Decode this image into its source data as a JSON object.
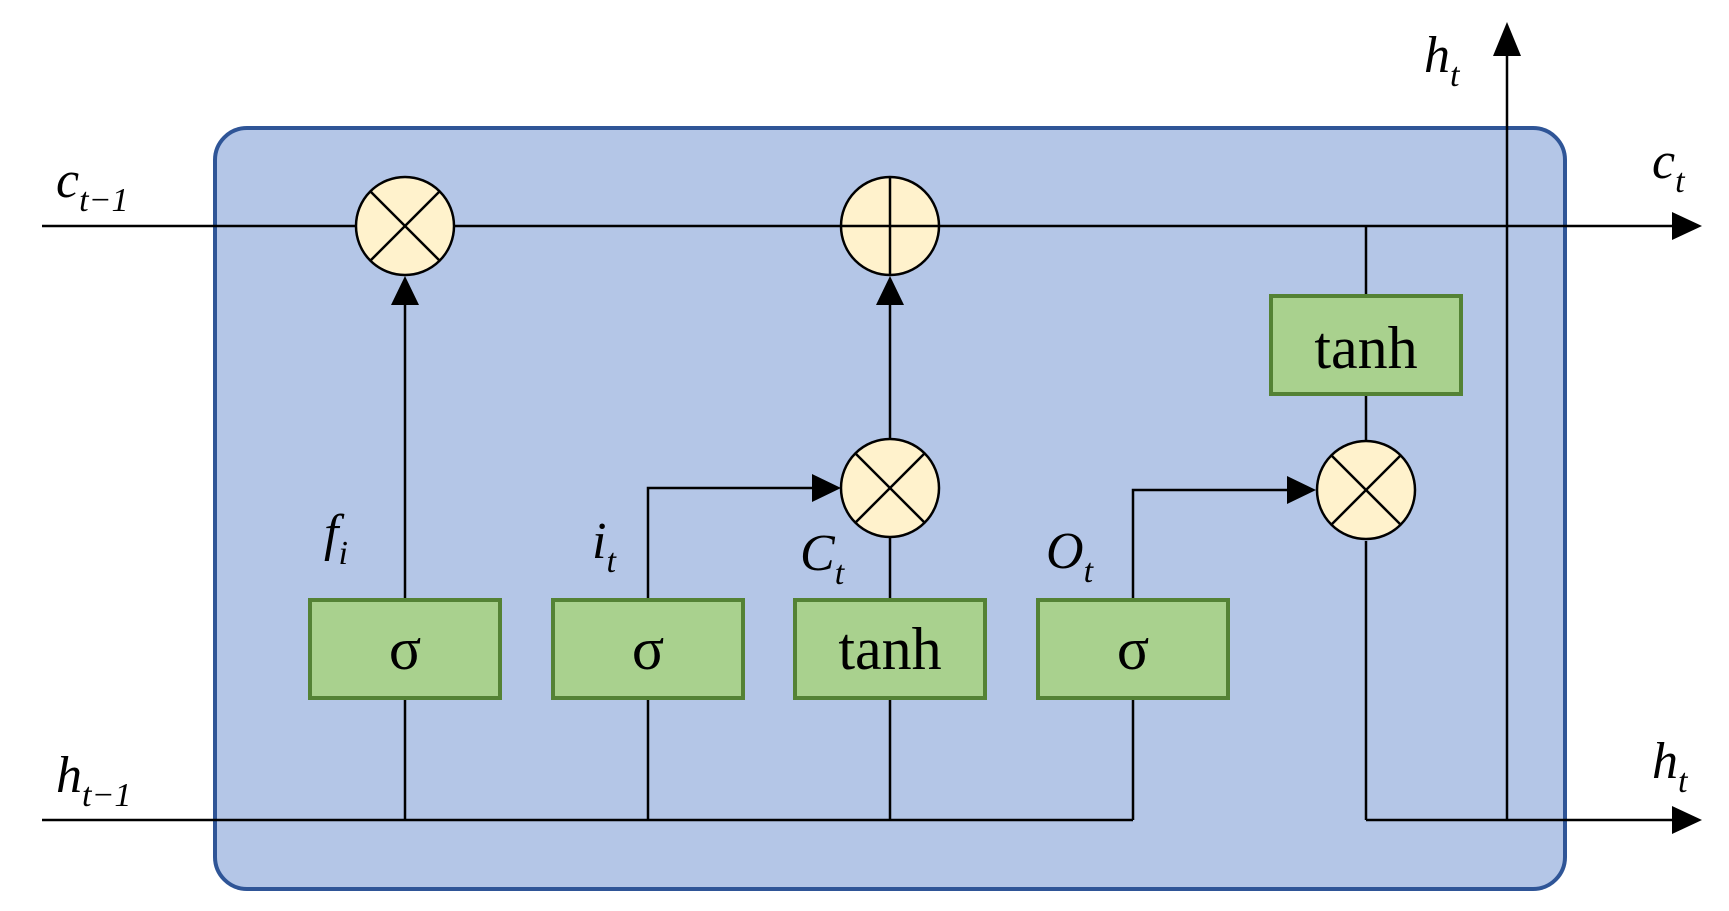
{
  "labels": {
    "c_prev": {
      "base": "c",
      "sub": "t−1"
    },
    "h_prev": {
      "base": "h",
      "sub": "t−1"
    },
    "c_next": {
      "base": "c",
      "sub": "t"
    },
    "h_next": {
      "base": "h",
      "sub": "t"
    },
    "h_up": {
      "base": "h",
      "sub": "t"
    },
    "forget": {
      "base": "f",
      "sub": "i"
    },
    "input": {
      "base": "i",
      "sub": "t"
    },
    "candidate": {
      "base": "C",
      "sub": "t"
    },
    "output": {
      "base": "O",
      "sub": "t"
    }
  },
  "gates": {
    "forget_gate": "σ",
    "input_gate": "σ",
    "candidate_gate": "tanh",
    "output_gate": "σ",
    "cell_tanh": "tanh"
  },
  "colors": {
    "cell_fill": "#b4c6e7",
    "cell_border": "#2f5597",
    "gate_fill": "#a9d18e",
    "gate_border": "#548235",
    "op_fill": "#fff2cc"
  }
}
